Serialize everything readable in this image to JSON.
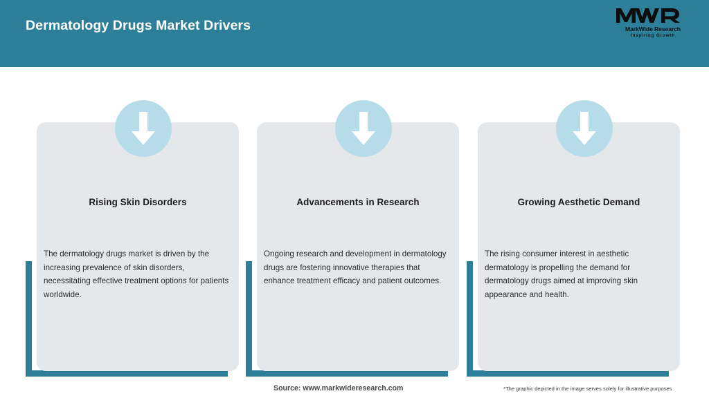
{
  "header": {
    "title": "Dermatology Drugs Market Drivers",
    "background_color": "#2d7f99",
    "title_color": "#ffffff"
  },
  "logo": {
    "mark": "MWR",
    "name": "MarkWide Research",
    "tagline": "Inspiring Growth",
    "icon": "mwr-logo-icon"
  },
  "cards": [
    {
      "icon": "down-arrow-icon",
      "title": "Rising Skin Disorders",
      "text": "The dermatology drugs market is driven by the increasing prevalence of skin disorders, necessitating effective treatment options for patients worldwide."
    },
    {
      "icon": "down-arrow-icon",
      "title": "Advancements in Research",
      "text": "Ongoing research and development in dermatology drugs are fostering innovative therapies that enhance treatment efficacy and patient outcomes."
    },
    {
      "icon": "down-arrow-icon",
      "title": "Growing Aesthetic Demand",
      "text": "The rising consumer interest in aesthetic dermatology is propelling the demand for dermatology drugs aimed at improving skin appearance and health."
    }
  ],
  "footer": {
    "source": "Source: www.markwideresearch.com",
    "note": "*The graphic depicted in the image serves solely for illustrative purposes"
  },
  "colors": {
    "teal": "#2d7f99",
    "card_background": "#e4e8ea",
    "icon_circle": "#b7dce9",
    "page_background": "#ffffff"
  }
}
